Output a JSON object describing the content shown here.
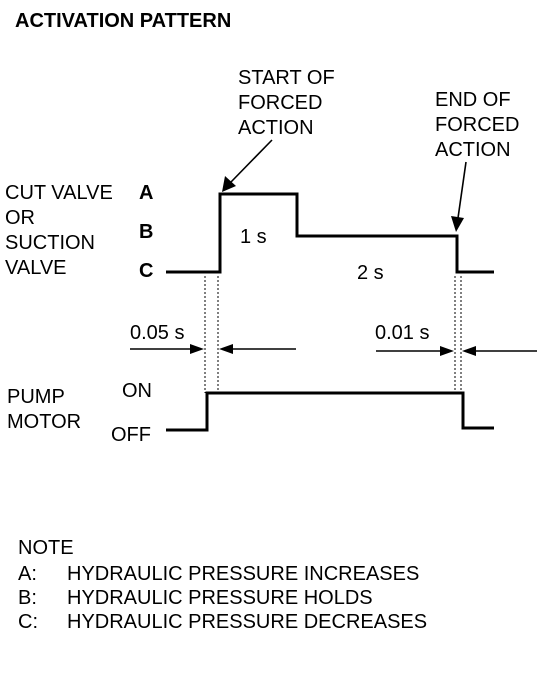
{
  "title": "ACTIVATION PATTERN",
  "callouts": {
    "start": [
      "START OF",
      "FORCED",
      "ACTION"
    ],
    "end": [
      "END OF",
      "FORCED",
      "ACTION"
    ]
  },
  "valve": {
    "label": [
      "CUT VALVE",
      "OR",
      "SUCTION",
      "VALVE"
    ],
    "levels": {
      "a": "A",
      "b": "B",
      "c": "C"
    },
    "durations": {
      "first": "1 s",
      "second": "2 s"
    }
  },
  "timing": {
    "left": "0.05 s",
    "right": "0.01 s"
  },
  "pump": {
    "label": [
      "PUMP",
      "MOTOR"
    ],
    "on": "ON",
    "off": "OFF"
  },
  "note": {
    "heading": "NOTE",
    "items": [
      {
        "key": "A:",
        "text": "HYDRAULIC PRESSURE INCREASES"
      },
      {
        "key": "B:",
        "text": "HYDRAULIC PRESSURE HOLDS"
      },
      {
        "key": "C:",
        "text": "HYDRAULIC PRESSURE DECREASES"
      }
    ]
  }
}
